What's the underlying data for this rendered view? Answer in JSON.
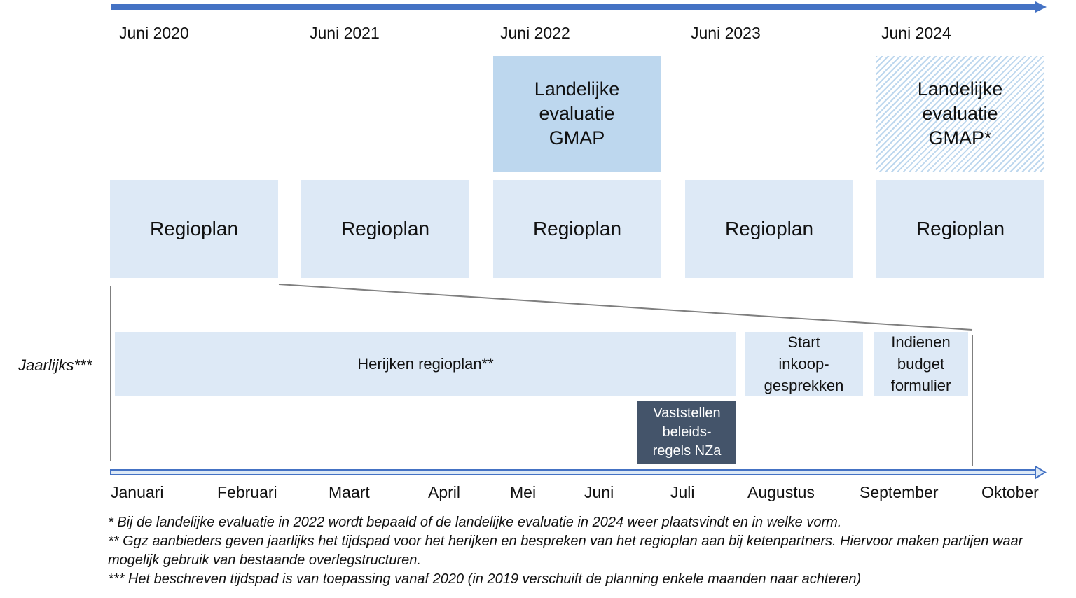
{
  "years": [
    "Juni 2020",
    "Juni 2021",
    "Juni 2022",
    "Juni 2023",
    "Juni 2024"
  ],
  "evaluation": {
    "box_2022": "Landelijke\nevaluatie\nGMAP",
    "box_2024": "Landelijke\nevaluatie\nGMAP*"
  },
  "regioplan_label": "Regioplan",
  "yearly_label": "Jaarlijks***",
  "tasks": {
    "herijken": "Herijken  regioplan**",
    "inkoop": "Start\ninkoop-\ngesprekken",
    "budget": "Indienen\nbudget\nformulier",
    "beleidsregels": "Vaststellen\nbeleids-\nregels NZa"
  },
  "months": [
    "Januari",
    "Februari",
    "Maart",
    "April",
    "Mei",
    "Juni",
    "Juli",
    "Augustus",
    "September",
    "Oktober"
  ],
  "footnotes": [
    "* Bij de landelijke evaluatie in 2022 wordt bepaald of de landelijke evaluatie in 2024 weer plaatsvindt en in welke vorm.",
    "** Ggz aanbieders geven jaarlijks het tijdspad voor het herijken en bespreken van het regioplan aan bij ketenpartners. Hiervoor maken partijen waar mogelijk gebruik van bestaande overlegstructuren.",
    "*** Het beschreven tijdspad is van toepassing vanaf 2020 (in 2019 verschuift de planning enkele maanden naar achteren)"
  ],
  "colors": {
    "arrow": "#4472c4",
    "light_box": "#dde9f6",
    "medium_box": "#bdd7ee",
    "dark_box": "#44546a"
  }
}
